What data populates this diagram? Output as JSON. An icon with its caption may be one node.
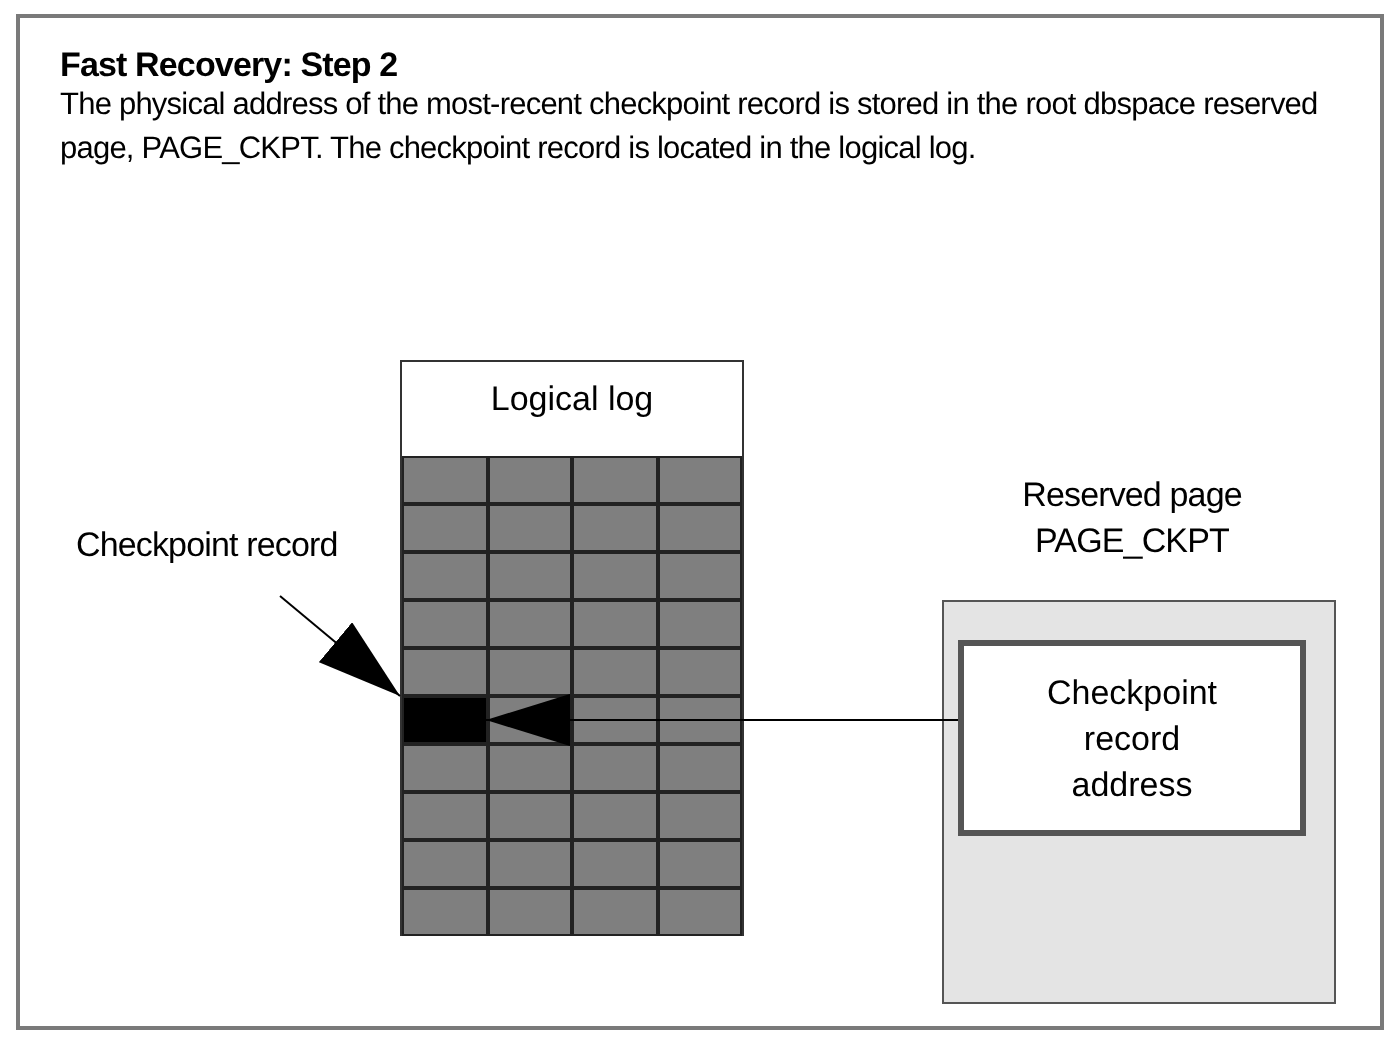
{
  "diagram": {
    "title": "Fast Recovery: Step 2",
    "caption": "The physical address of the most-recent checkpoint record is stored in the root dbspace reserved page, PAGE_CKPT. The checkpoint record is located in the logical log.",
    "nodes": [
      {
        "text": [
          "Logical log"
        ]
      },
      {
        "text": [],
        "shape": "box",
        "in": 0
      },
      {
        "text": [
          "Checkpoint record"
        ]
      },
      {
        "text": [
          "Reserved page PAGE_CKPT"
        ]
      },
      {
        "text": [
          "Checkpoint record address"
        ],
        "in": 3
      }
    ],
    "edges": [
      {
        "from": 2,
        "to": 1,
        "arrow": "to"
      },
      {
        "from": 4,
        "to": 1,
        "arrow": "to"
      }
    ]
  }
}
